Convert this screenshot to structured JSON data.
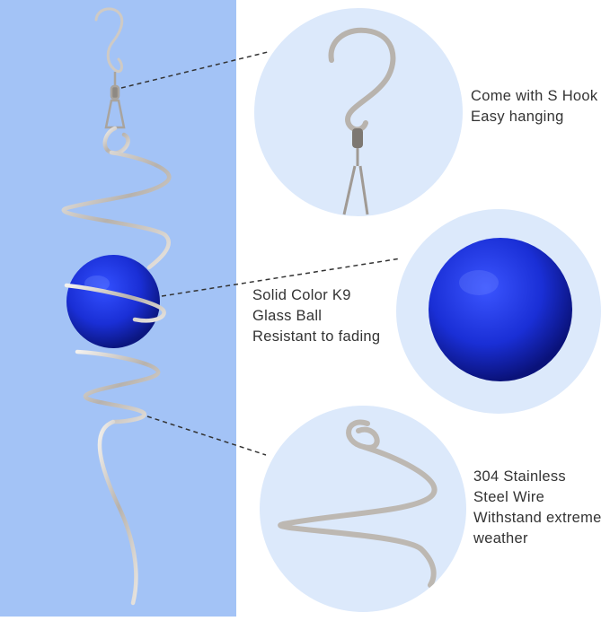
{
  "colors": {
    "panel_blue": "#a3c3f6",
    "circle_bg": "#dce9fb",
    "glass_blue": "#1a2fd6",
    "wire_silver": "#c9c6c2",
    "text": "#333333"
  },
  "callouts": [
    {
      "id": "hook",
      "lines": [
        "Come with S Hook",
        "Easy hanging"
      ]
    },
    {
      "id": "ball",
      "lines": [
        "Solid Color K9",
        "Glass Ball",
        "Resistant to fading"
      ]
    },
    {
      "id": "wire",
      "lines": [
        "304 Stainless",
        "Steel Wire",
        "Withstand extreme",
        "weather"
      ]
    }
  ],
  "icons": [
    "s-hook",
    "swivel-clip",
    "glass-ball",
    "spiral-wire"
  ]
}
